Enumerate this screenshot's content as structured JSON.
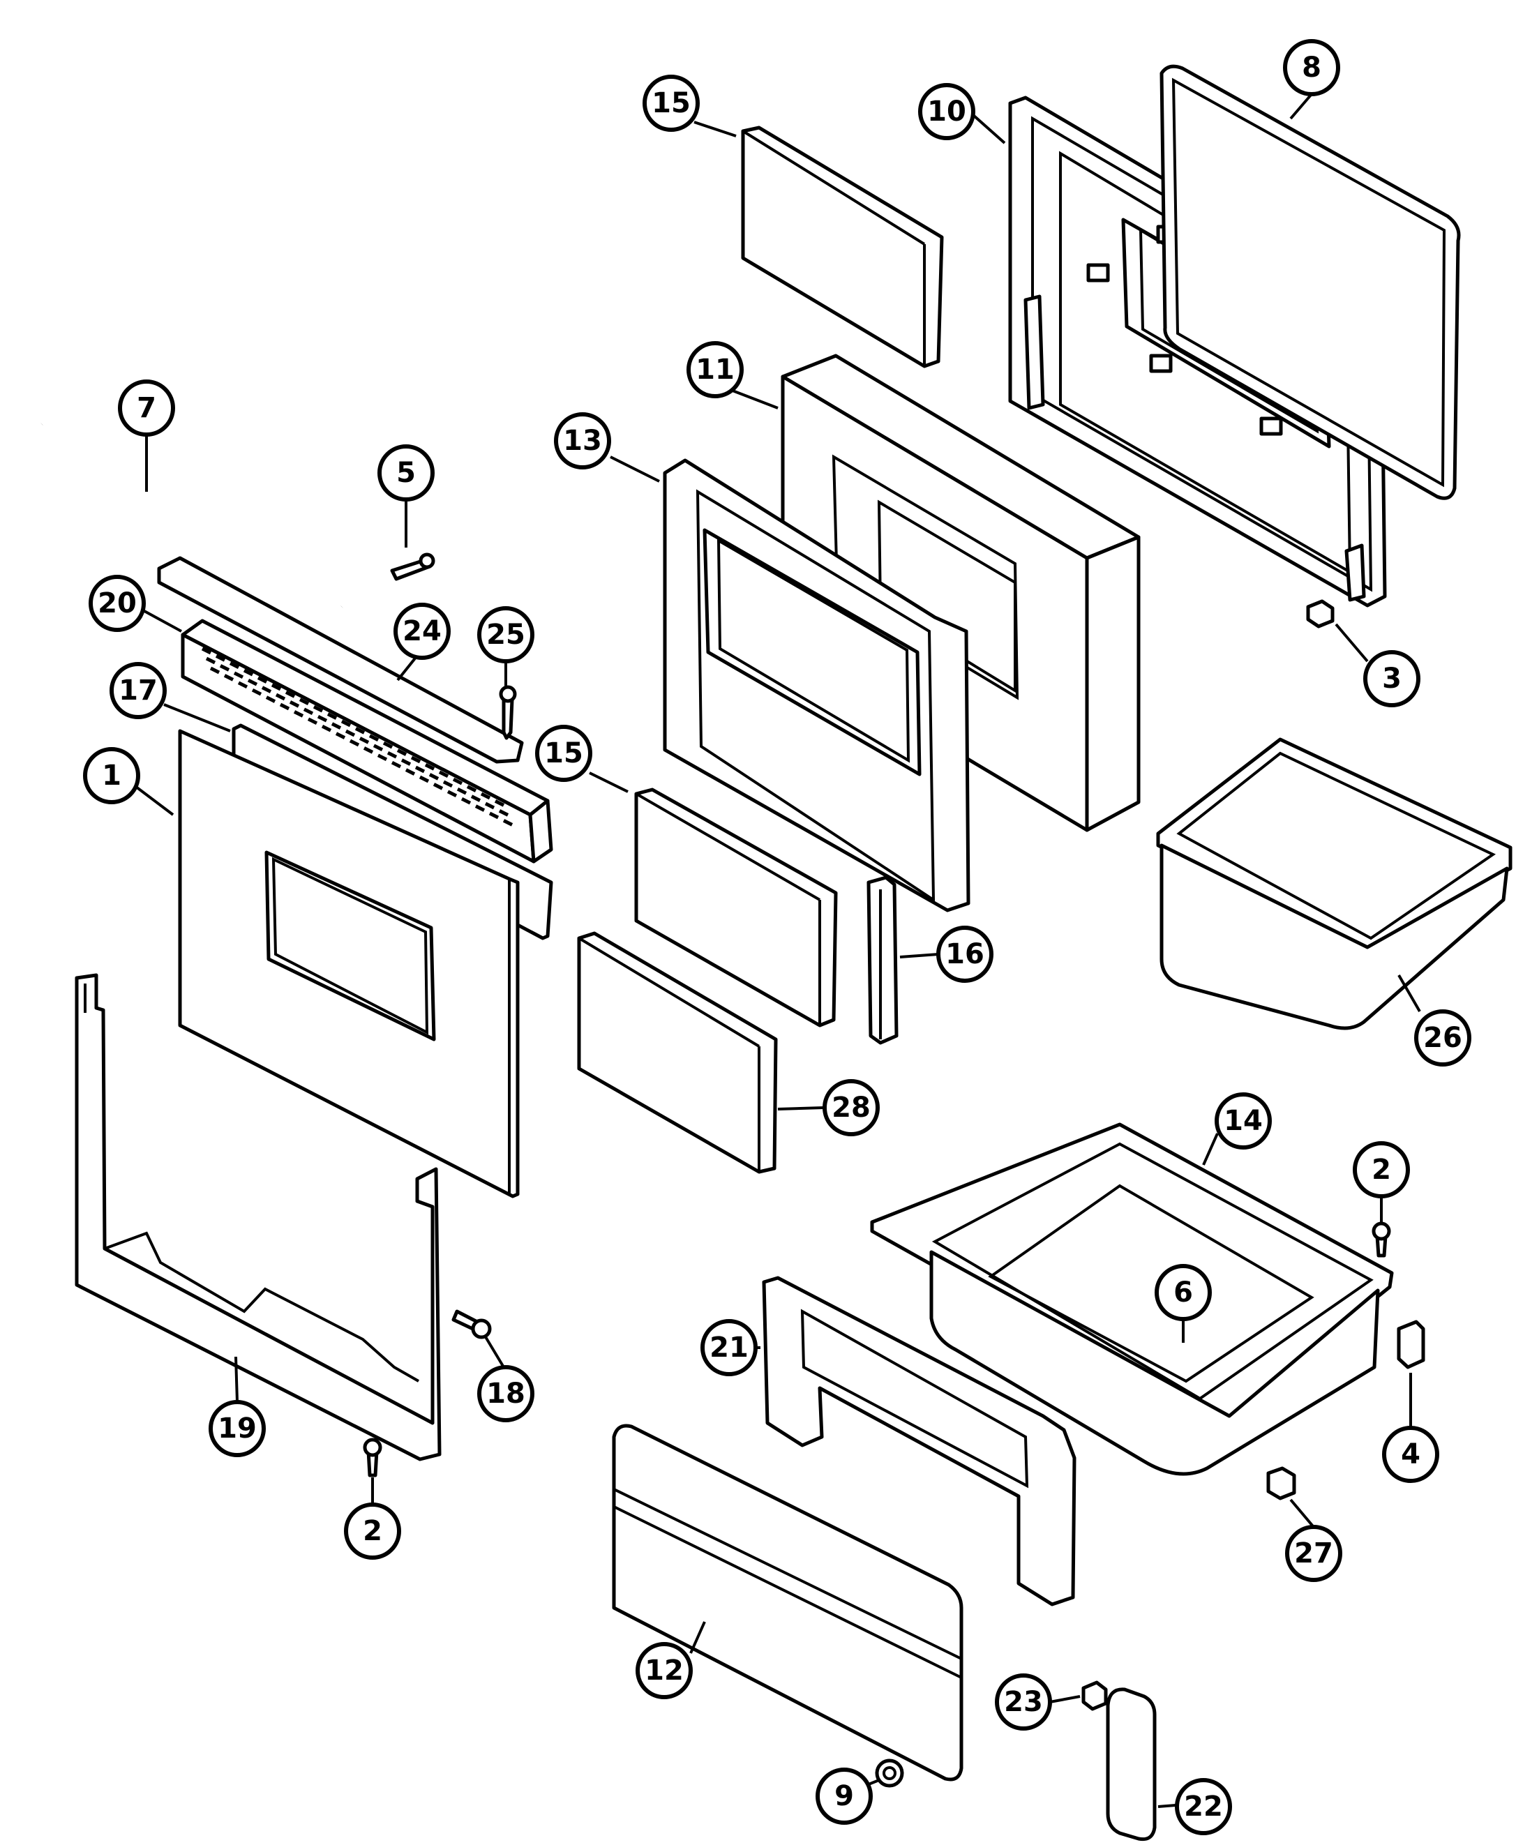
{
  "callouts": [
    {
      "id": "c1",
      "label": "1"
    },
    {
      "id": "c2a",
      "label": "2"
    },
    {
      "id": "c2b",
      "label": "2"
    },
    {
      "id": "c3",
      "label": "3"
    },
    {
      "id": "c4",
      "label": "4"
    },
    {
      "id": "c5",
      "label": "5"
    },
    {
      "id": "c6",
      "label": "6"
    },
    {
      "id": "c7",
      "label": "7"
    },
    {
      "id": "c8",
      "label": "8"
    },
    {
      "id": "c9",
      "label": "9"
    },
    {
      "id": "c10",
      "label": "10"
    },
    {
      "id": "c11",
      "label": "11"
    },
    {
      "id": "c12",
      "label": "12"
    },
    {
      "id": "c13",
      "label": "13"
    },
    {
      "id": "c14",
      "label": "14"
    },
    {
      "id": "c15a",
      "label": "15"
    },
    {
      "id": "c15b",
      "label": "15"
    },
    {
      "id": "c16",
      "label": "16"
    },
    {
      "id": "c17",
      "label": "17"
    },
    {
      "id": "c18",
      "label": "18"
    },
    {
      "id": "c19",
      "label": "19"
    },
    {
      "id": "c20",
      "label": "20"
    },
    {
      "id": "c21",
      "label": "21"
    },
    {
      "id": "c22",
      "label": "22"
    },
    {
      "id": "c23",
      "label": "23"
    },
    {
      "id": "c24",
      "label": "24"
    },
    {
      "id": "c25",
      "label": "25"
    },
    {
      "id": "c26",
      "label": "26"
    },
    {
      "id": "c27",
      "label": "27"
    },
    {
      "id": "c28",
      "label": "28"
    }
  ]
}
